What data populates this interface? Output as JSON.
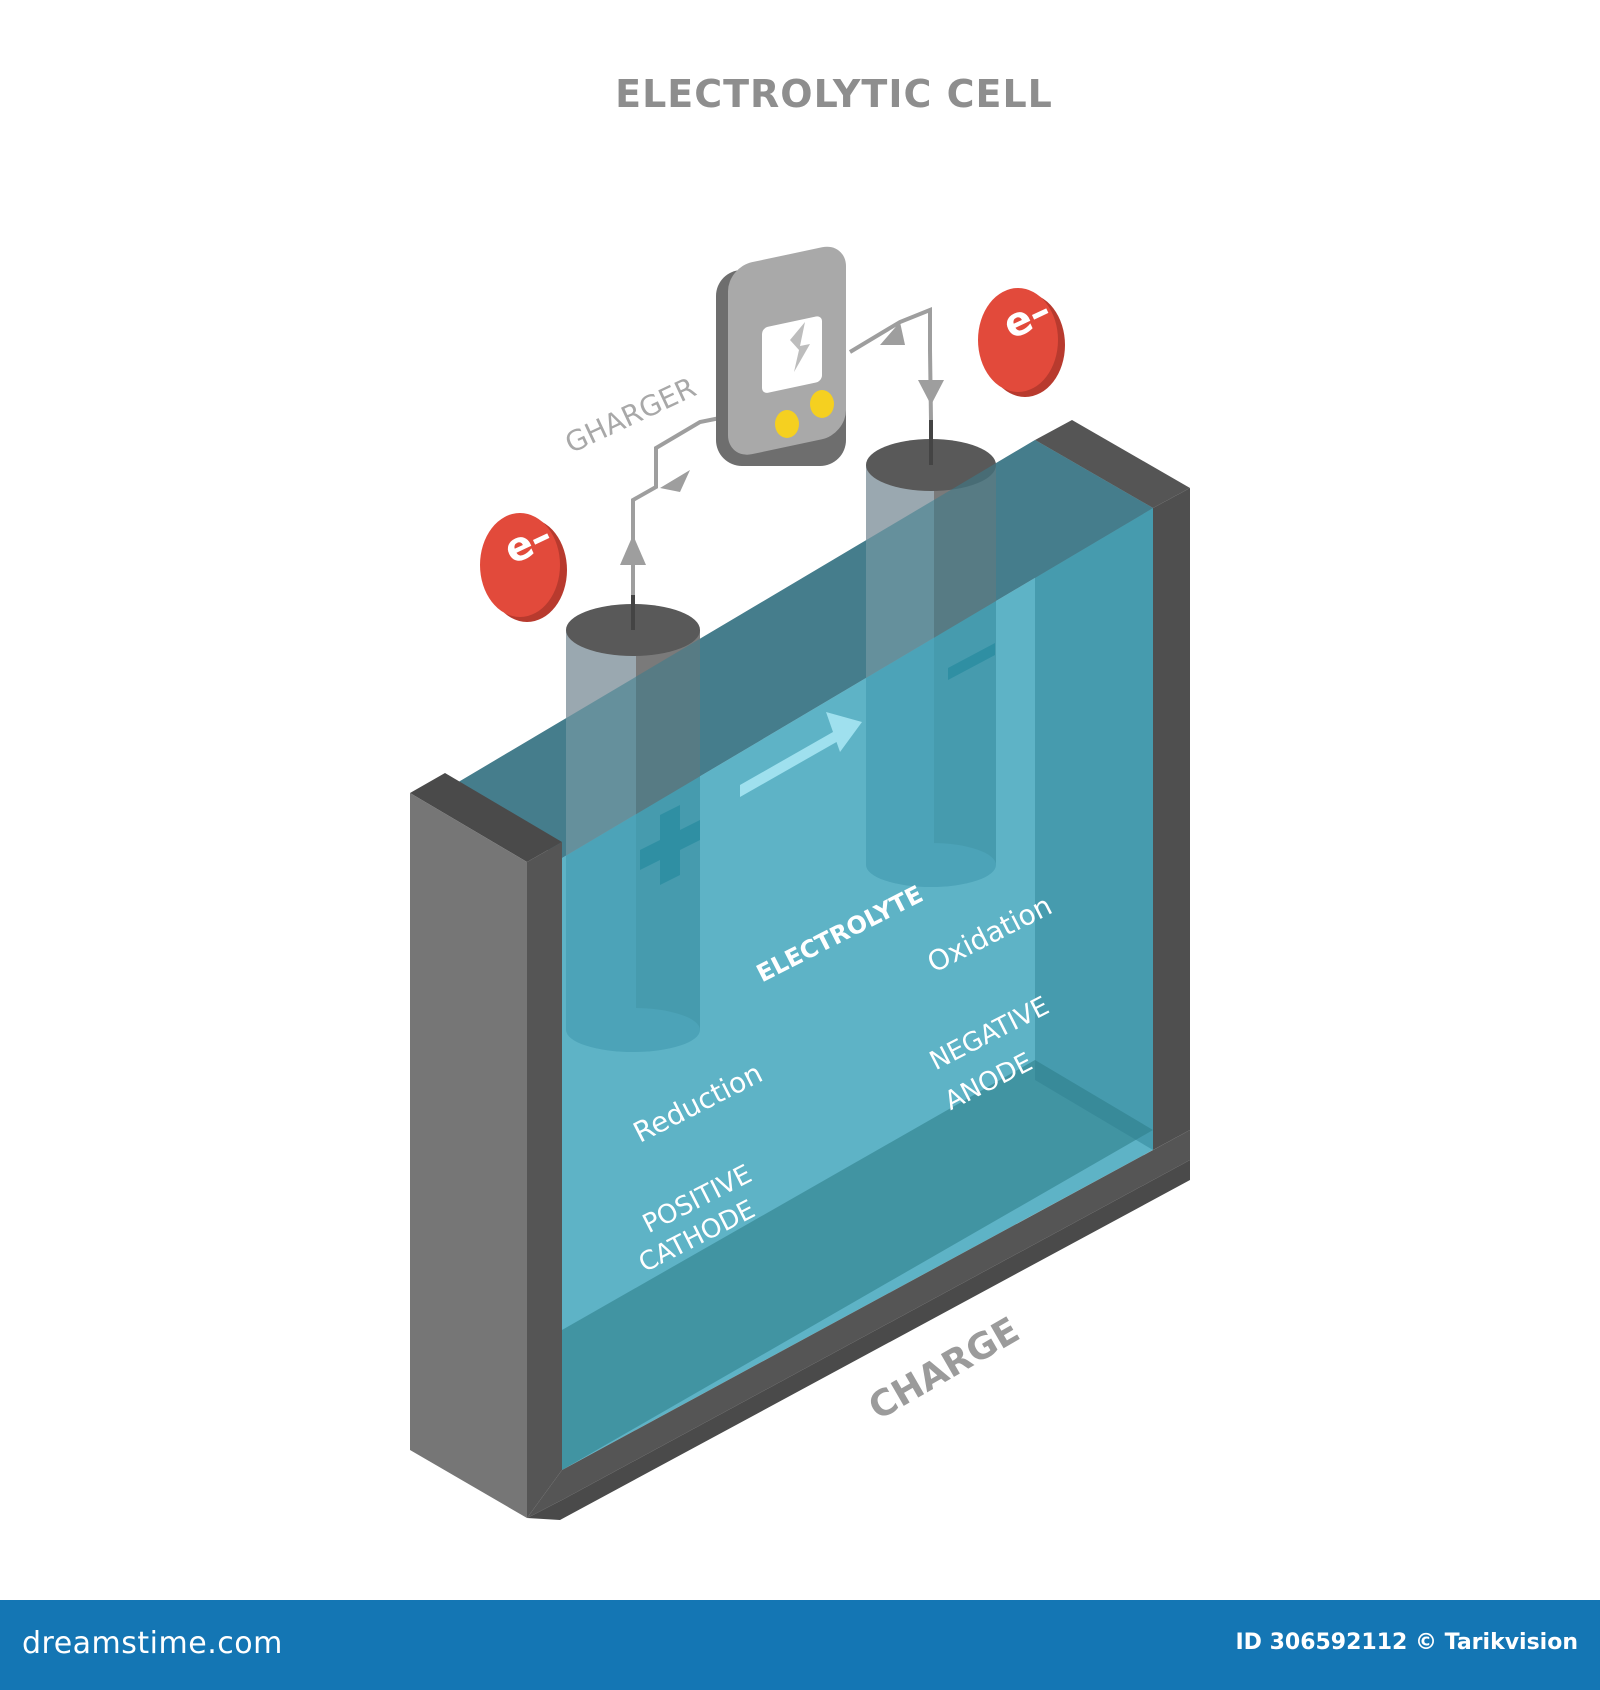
{
  "title": "ELECTROLYTIC CELL",
  "labels": {
    "charger": "GHARGER",
    "electrolyte": "ELECTROLYTE",
    "reduction": "Reduction",
    "oxidation": "Oxidation",
    "cathode_line1": "POSITIVE",
    "cathode_line2": "CATHODE",
    "anode_line1": "NEGATIVE",
    "anode_line2": "ANODE",
    "charge": "CHARGE",
    "electron_left": "e–",
    "electron_right": "e–"
  },
  "footer": {
    "brand": "dreamstime.com",
    "id": "ID 306592112 © Tarikvision"
  },
  "colors": {
    "electrolyte": "#4aa8bd",
    "container": "#6e6e6e",
    "electron": "#e24a3b",
    "charger": "#9a9a9a",
    "footer": "#1476b4"
  }
}
